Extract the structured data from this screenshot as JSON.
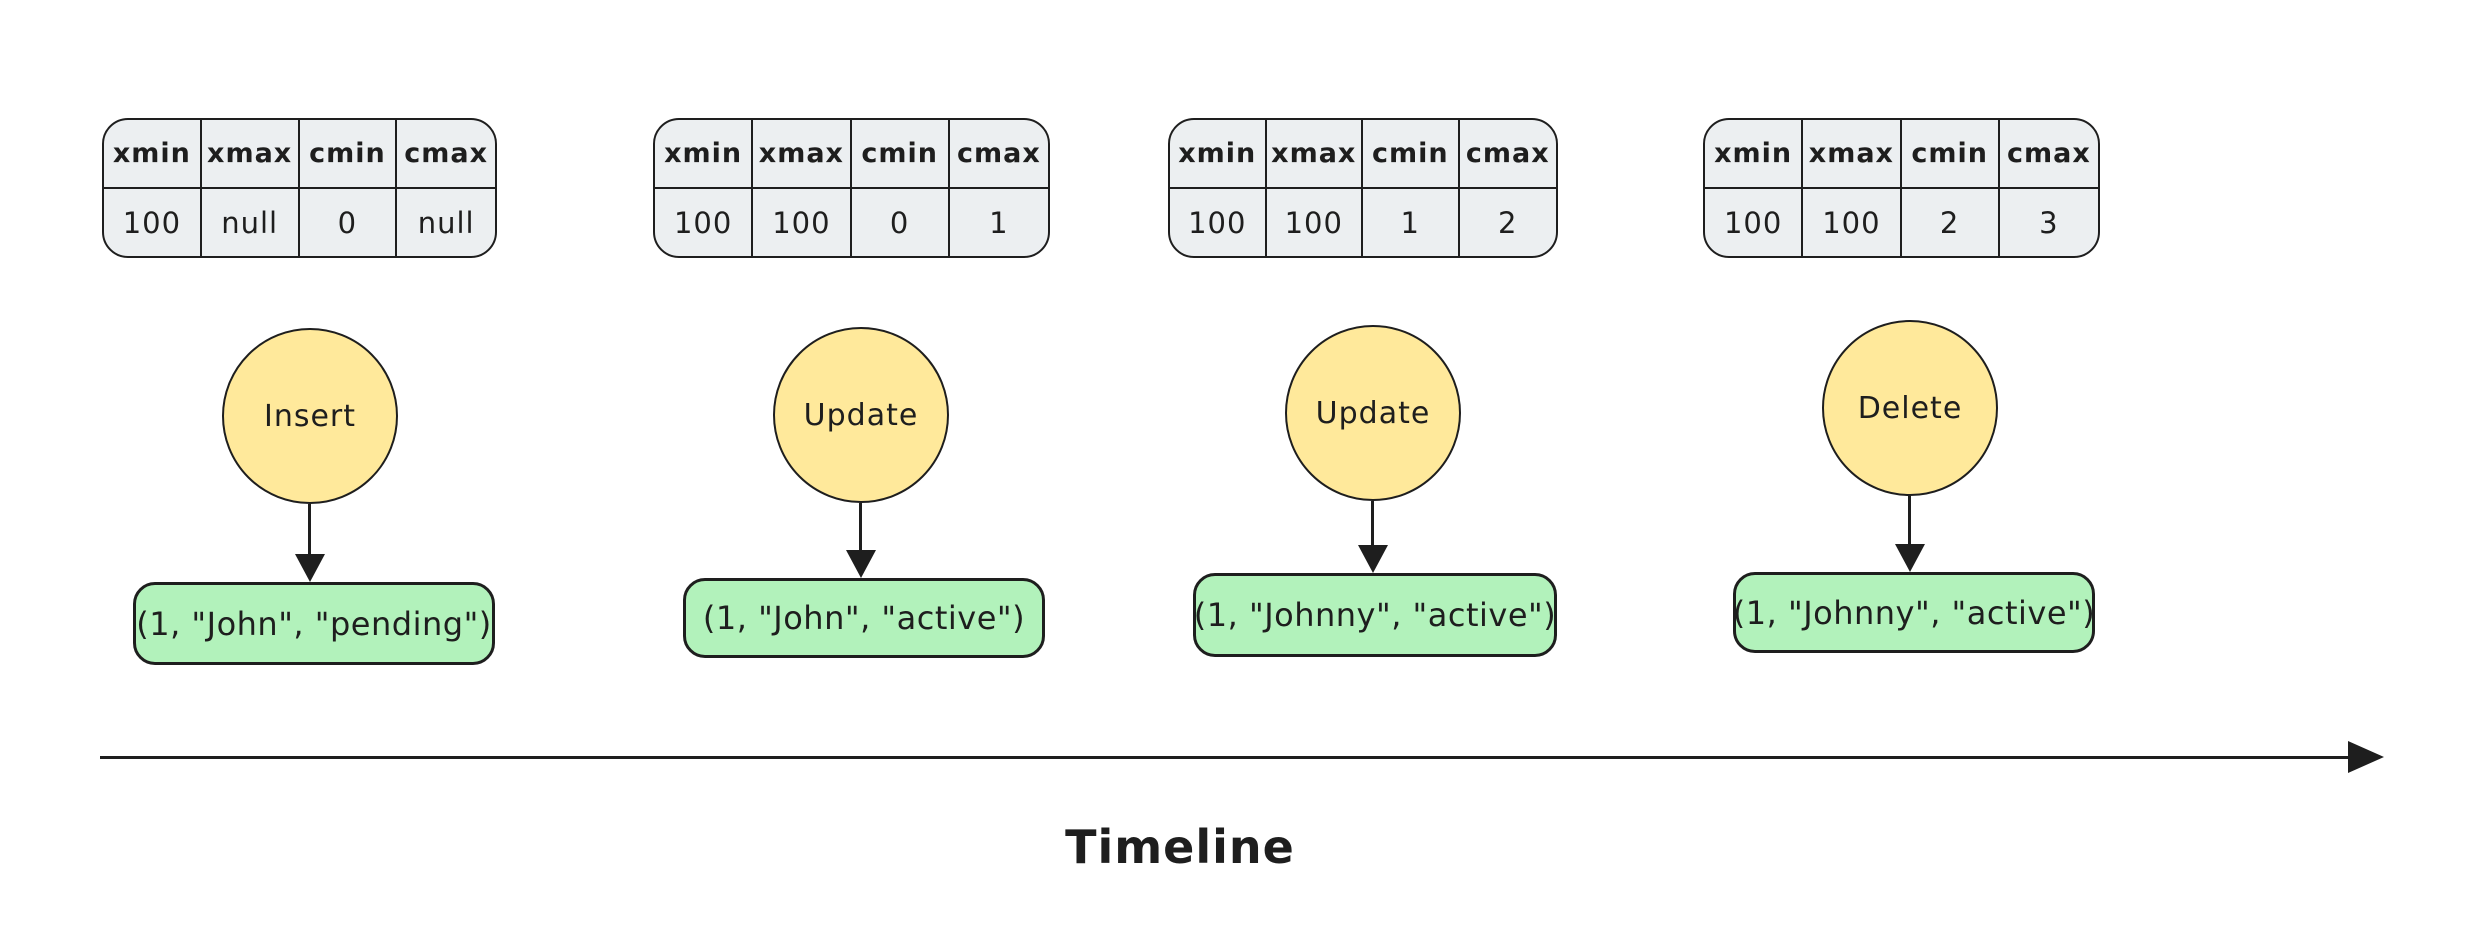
{
  "canvas": {
    "bg": "#ffffff"
  },
  "colors": {
    "stroke": "#1e1e1e",
    "table_fill": "#eceff1",
    "circle_fill": "#ffe99b",
    "box_fill": "#b2f2bb"
  },
  "table_headers": [
    "xmin",
    "xmax",
    "cmin",
    "cmax"
  ],
  "steps": [
    {
      "operation": "Insert",
      "tuple": "(1, \"John\", \"pending\")",
      "values": [
        "100",
        "null",
        "0",
        "null"
      ]
    },
    {
      "operation": "Update",
      "tuple": "(1, \"John\", \"active\")",
      "values": [
        "100",
        "100",
        "0",
        "1"
      ]
    },
    {
      "operation": "Update",
      "tuple": "(1, \"Johnny\", \"active\")",
      "values": [
        "100",
        "100",
        "1",
        "2"
      ]
    },
    {
      "operation": "Delete",
      "tuple": "(1, \"Johnny\", \"active\")",
      "values": [
        "100",
        "100",
        "2",
        "3"
      ]
    }
  ],
  "timeline": {
    "label": "Timeline"
  }
}
